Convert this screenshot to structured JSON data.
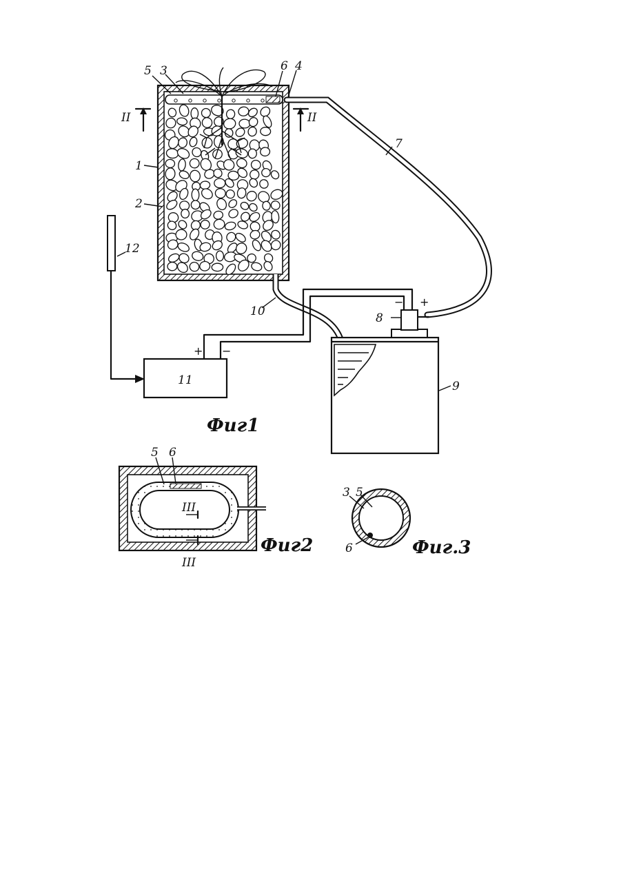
{
  "fig1": {
    "caption": "Фиг1",
    "labels": {
      "l1": "1",
      "l2": "2",
      "l3": "3",
      "l4": "4",
      "l5": "5",
      "l6": "6",
      "l7": "7",
      "l8": "8",
      "l9": "9",
      "l10": "10",
      "l11": "11",
      "l12": "12"
    },
    "section_marks": {
      "left": "II",
      "right": "II"
    },
    "polarity": {
      "plus_a": "+",
      "minus_a": "−",
      "plus_b": "+",
      "minus_b": "−"
    }
  },
  "fig2": {
    "caption": "Фиг2",
    "labels": {
      "l5": "5",
      "l6": "6"
    },
    "section_marks": {
      "inner": "III",
      "outer": "III"
    }
  },
  "fig3": {
    "caption": "Фиг.3",
    "labels": {
      "l3": "3",
      "l5": "5",
      "l6": "6"
    }
  }
}
